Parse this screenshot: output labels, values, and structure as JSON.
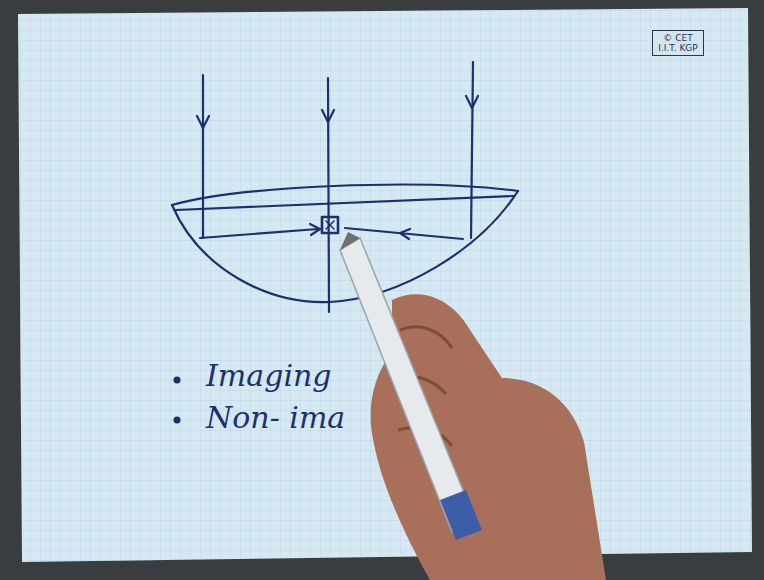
{
  "diagram": {
    "nodes": [
      {
        "text": [
          "© CET I.I.T. KGP"
        ]
      }
    ],
    "labels": [
      "Imaging",
      "Non- ima"
    ]
  }
}
